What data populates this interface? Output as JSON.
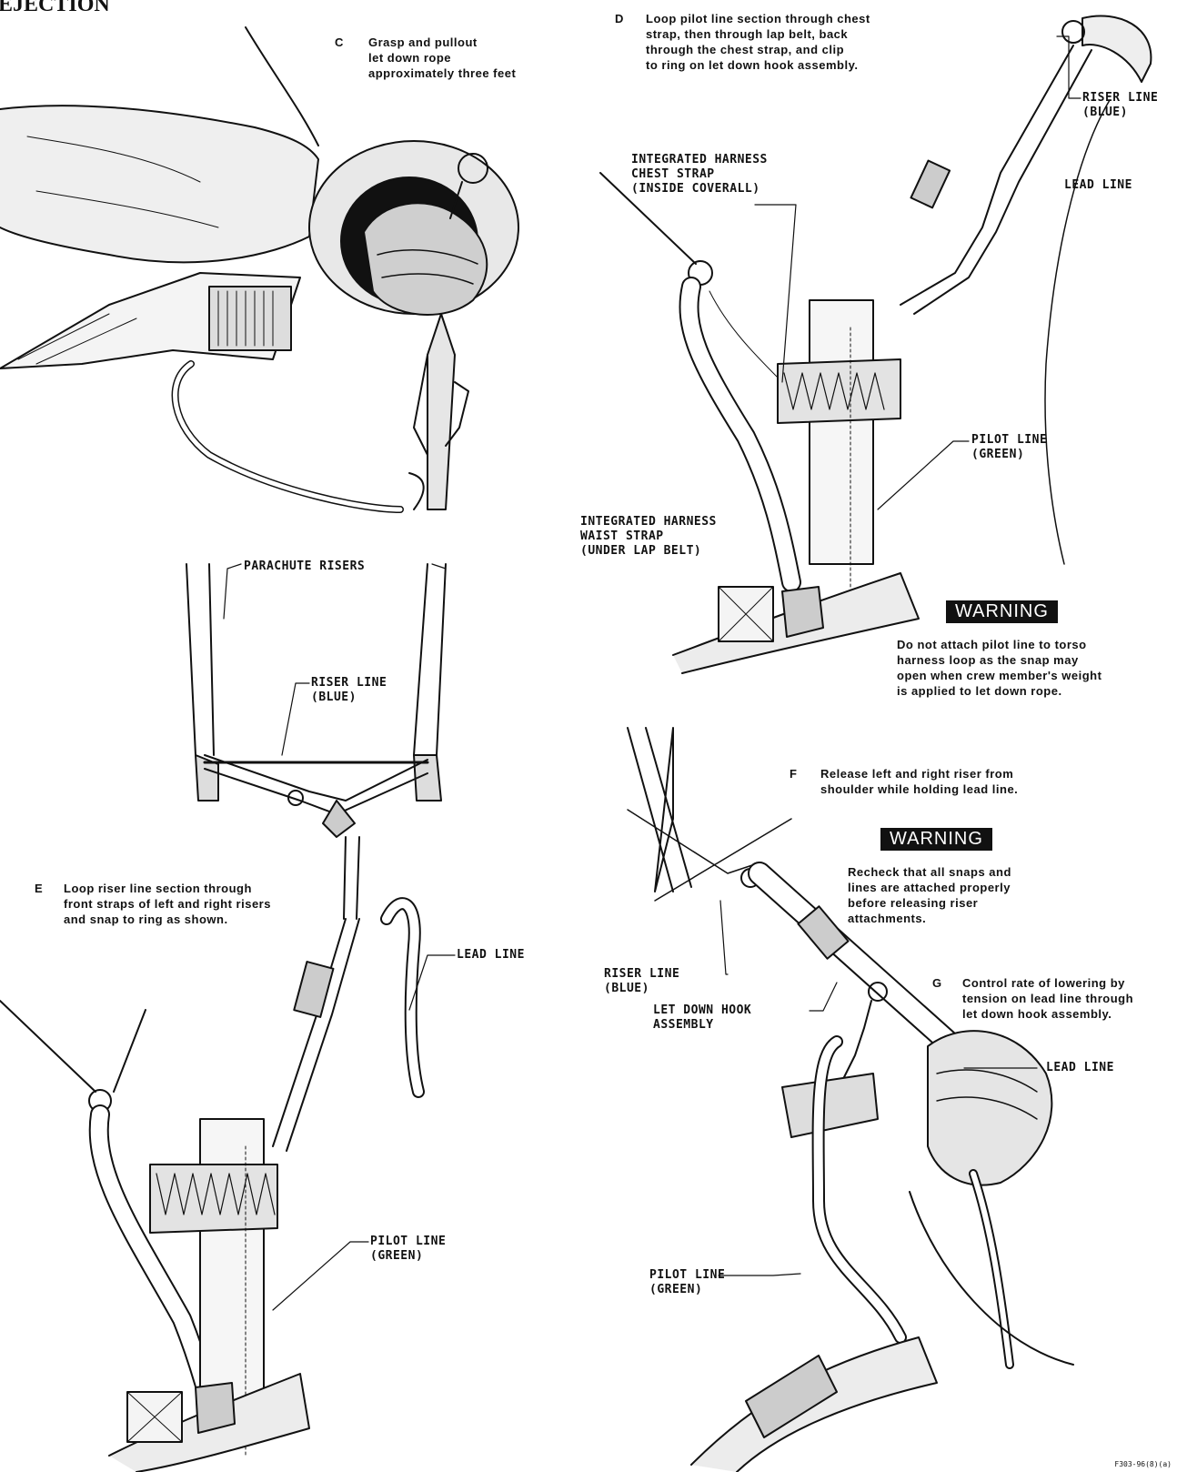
{
  "header": "EJECTION",
  "steps": {
    "c": {
      "letter": "C",
      "text": "Grasp and pullout\nlet down rope\napproximately three feet"
    },
    "d": {
      "letter": "D",
      "text": "Loop pilot line section through chest\nstrap, then through lap belt, back\nthrough the chest strap, and clip\nto ring on let down hook assembly."
    },
    "e": {
      "letter": "E",
      "text": "Loop riser line section through\nfront straps of left and right risers\nand snap to ring as shown."
    },
    "f": {
      "letter": "F",
      "text": "Release left and right riser from\nshoulder while holding lead line."
    },
    "g": {
      "letter": "G",
      "text": "Control rate of lowering by\ntension on lead line through\nlet down hook assembly."
    }
  },
  "labels": {
    "riser_line_top": "RISER LINE\n(BLUE)",
    "lead_line_top": "LEAD LINE",
    "chest_strap": "INTEGRATED HARNESS\nCHEST STRAP\n(INSIDE COVERALL)",
    "pilot_line_d": "PILOT LINE\n(GREEN)",
    "waist_strap": "INTEGRATED HARNESS\nWAIST STRAP\n(UNDER LAP BELT)",
    "parachute_risers": "PARACHUTE RISERS",
    "riser_line_e": "RISER LINE\n(BLUE)",
    "lead_line_e": "LEAD LINE",
    "pilot_line_e": "PILOT LINE\n(GREEN)",
    "riser_line_f": "RISER LINE\n(BLUE)",
    "let_down_hook": "LET DOWN HOOK\nASSEMBLY",
    "lead_line_g": "LEAD LINE",
    "pilot_line_g": "PILOT LINE\n(GREEN)"
  },
  "warnings": [
    {
      "title": "WARNING",
      "text": "Do not attach pilot line to torso\nharness loop as the snap may\nopen when crew member's weight\nis applied to let down rope."
    },
    {
      "title": "WARNING",
      "text": "Recheck that all snaps and\nlines are attached properly\nbefore releasing riser\nattachments."
    }
  ],
  "figure_id": "F303-96(8)(a)"
}
